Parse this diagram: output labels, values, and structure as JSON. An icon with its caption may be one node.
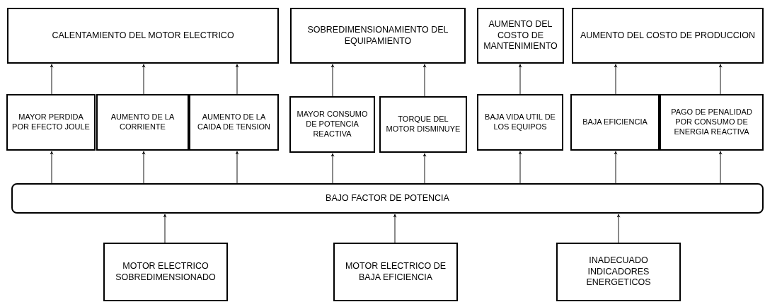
{
  "diagram": {
    "nodes": [
      {
        "text": [
          "CALENTAMIENTO DEL MOTOR ELECTRICO"
        ]
      },
      {
        "text": [
          "SOBREDIMENSIONAMIENTO DEL EQUIPAMIENTO"
        ]
      },
      {
        "text": [
          "AUMENTO DEL COSTO DE MANTENIMIENTO"
        ]
      },
      {
        "text": [
          "AUMENTO DEL COSTO DE PRODUCCION"
        ]
      },
      {
        "text": [
          "MAYOR PERDIDA POR EFECTO JOULE"
        ]
      },
      {
        "text": [
          "AUMENTO DE LA CORRIENTE"
        ]
      },
      {
        "text": [
          "AUMENTO DE LA CAIDA DE TENSION"
        ]
      },
      {
        "text": [
          "MAYOR CONSUMO DE POTENCIA REACTIVA"
        ]
      },
      {
        "text": [
          "TORQUE DEL MOTOR DISMINUYE"
        ]
      },
      {
        "text": [
          "BAJA VIDA UTIL DE LOS EQUIPOS"
        ]
      },
      {
        "text": [
          "BAJA EFICIENCIA"
        ]
      },
      {
        "text": [
          "PAGO DE PENALIDAD POR CONSUMO DE ENERGIA REACTIVA"
        ]
      },
      {
        "text": [
          "BAJO FACTOR DE POTENCIA"
        ]
      },
      {
        "text": [
          "MOTOR ELECTRICO SOBREDIMENSIONADO"
        ]
      },
      {
        "text": [
          "MOTOR ELECTRICO DE BAJA EFICIENCIA"
        ]
      },
      {
        "text": [
          "INADECUADO INDICADORES ENERGETICOS"
        ]
      }
    ],
    "edges": [
      {
        "from": 13,
        "to": 12,
        "arrow": "to"
      },
      {
        "from": 14,
        "to": 12,
        "arrow": "to"
      },
      {
        "from": 15,
        "to": 12,
        "arrow": "to"
      },
      {
        "from": 12,
        "to": 4,
        "arrow": "to"
      },
      {
        "from": 12,
        "to": 5,
        "arrow": "to"
      },
      {
        "from": 12,
        "to": 6,
        "arrow": "to"
      },
      {
        "from": 12,
        "to": 7,
        "arrow": "to"
      },
      {
        "from": 12,
        "to": 8,
        "arrow": "to"
      },
      {
        "from": 12,
        "to": 9,
        "arrow": "to"
      },
      {
        "from": 12,
        "to": 10,
        "arrow": "to"
      },
      {
        "from": 12,
        "to": 11,
        "arrow": "to"
      },
      {
        "from": 4,
        "to": 0,
        "arrow": "to"
      },
      {
        "from": 5,
        "to": 0,
        "arrow": "to"
      },
      {
        "from": 6,
        "to": 0,
        "arrow": "to"
      },
      {
        "from": 7,
        "to": 1,
        "arrow": "to"
      },
      {
        "from": 8,
        "to": 1,
        "arrow": "to"
      },
      {
        "from": 9,
        "to": 2,
        "arrow": "to"
      },
      {
        "from": 10,
        "to": 3,
        "arrow": "to"
      },
      {
        "from": 11,
        "to": 3,
        "arrow": "to"
      }
    ]
  }
}
